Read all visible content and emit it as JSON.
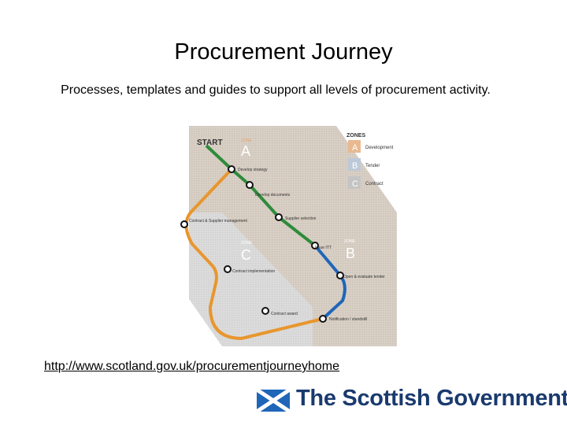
{
  "title": "Procurement Journey",
  "subtitle": "Processes, templates and guides to support all levels of procurement activity.",
  "link": "http://www.scotland.gov.uk/procurementjourneyhome",
  "logo_text": "The Scottish Government",
  "map": {
    "start": "START",
    "zones_title": "ZONES",
    "zones": [
      {
        "letter": "A",
        "name": "Development",
        "color": "#e9b992"
      },
      {
        "letter": "B",
        "name": "Tender",
        "color": "#bdc9d9"
      },
      {
        "letter": "C",
        "name": "Contract",
        "color": "#c4c4c4"
      }
    ],
    "zone_word": "ZONE",
    "stations": [
      "Develop strategy",
      "Develop documents",
      "Supplier selection",
      "Issue ITT",
      "Open & evaluate tender",
      "Notification / standstill",
      "Contract award",
      "Contract implementation",
      "Contract & Supplier management"
    ],
    "colors": {
      "green": "#2e8b3a",
      "blue": "#1f66b8",
      "orange": "#e8962e"
    }
  }
}
